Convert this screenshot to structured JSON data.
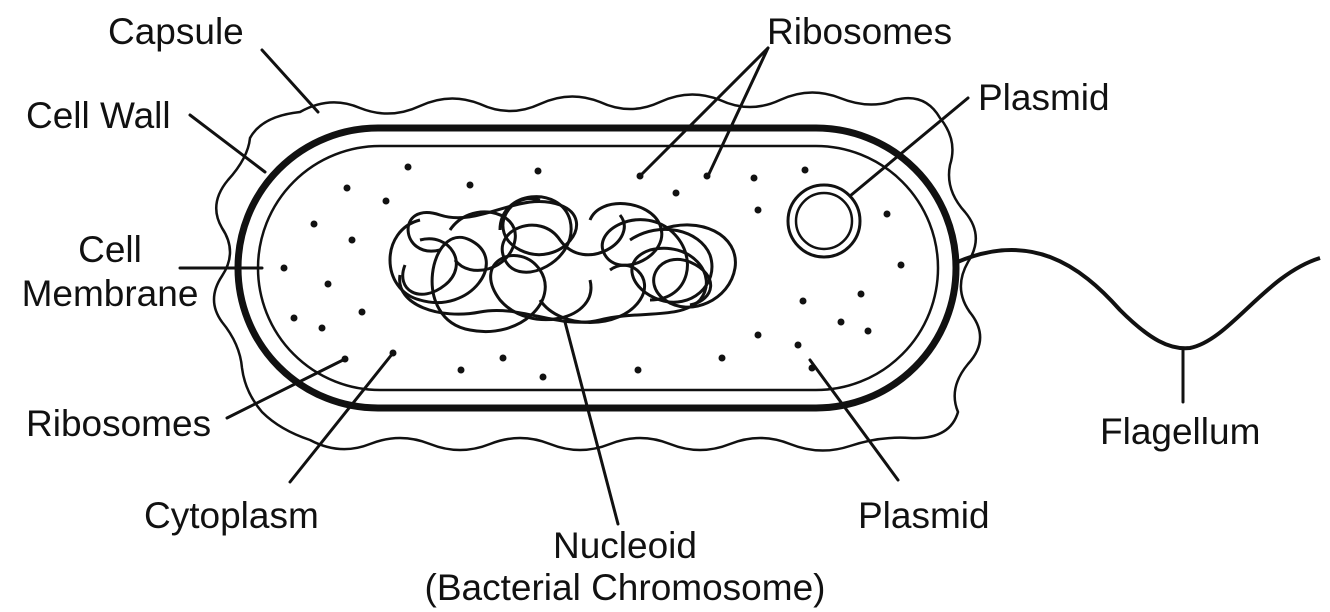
{
  "diagram": {
    "labels": {
      "capsule": "Capsule",
      "cell_wall": "Cell Wall",
      "cell_membrane_line1": "Cell",
      "cell_membrane_line2": "Membrane",
      "ribosomes_top": "Ribosomes",
      "ribosomes_left": "Ribosomes",
      "plasmid_top": "Plasmid",
      "plasmid_bottom": "Plasmid",
      "flagellum": "Flagellum",
      "cytoplasm": "Cytoplasm",
      "nucleoid_line1": "Nucleoid",
      "nucleoid_line2": "(Bacterial Chromosome)"
    },
    "colors": {
      "ink": "#111111",
      "background": "#ffffff"
    }
  }
}
